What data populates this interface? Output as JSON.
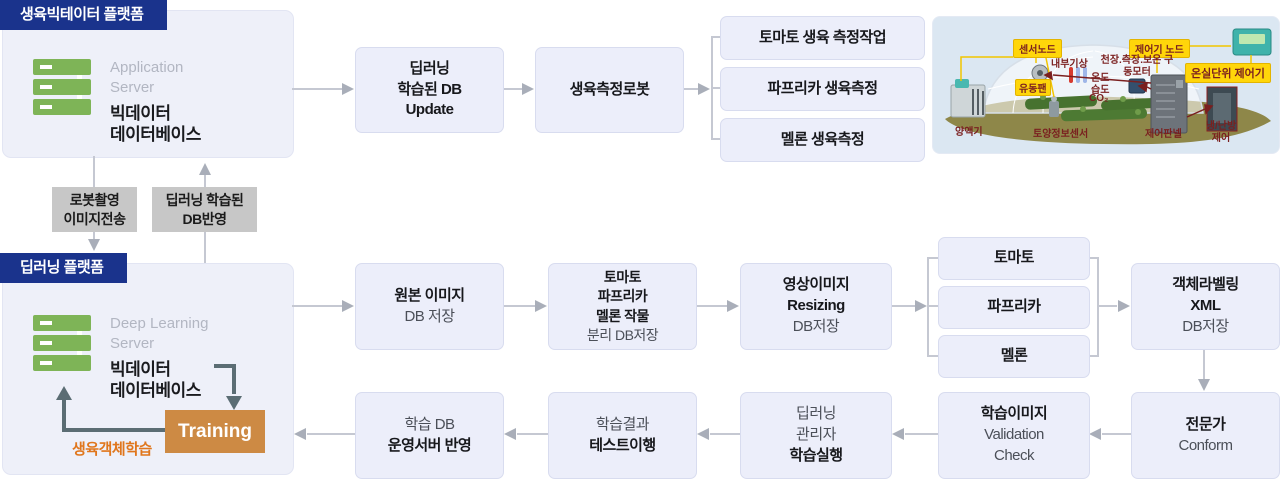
{
  "colors": {
    "navy_badge": "#1a338c",
    "panel_fill": "#eef0f9",
    "box_fill": "#eceefa",
    "box_border": "#d8dcef",
    "gray_chip": "#c7c7c7",
    "connector_line": "#c5c8d2",
    "arrow_head": "#a9aeb9",
    "server_green": "#7eb457",
    "slate_arrow": "#5b6d74",
    "training_orange": "#cd8a44",
    "caption_orange": "#e0761c",
    "label_yellow": "#ffd60a",
    "label_dark_red": "#7a1f1f"
  },
  "bigdata_platform": {
    "badge": "생육빅테이터 플랫폼",
    "server_role": [
      "Application",
      "Server"
    ],
    "server_name": [
      "빅데이터",
      "데이터베이스"
    ]
  },
  "deep_platform": {
    "badge": "딥러닝 플랫폼",
    "server_role": [
      "Deep Learning",
      "Server"
    ],
    "server_name": [
      "빅데이터",
      "데이터베이스"
    ],
    "training": "Training",
    "training_caption": "생육객체학습"
  },
  "transfer": {
    "robot_upload": [
      {
        "t": "로봇촬영",
        "b": 1
      },
      {
        "t": "이미지전송",
        "b": 1
      }
    ],
    "db_return": [
      {
        "t": "딥러닝 학습된",
        "b": 1
      },
      {
        "t": "DB반영",
        "b": 1
      }
    ]
  },
  "flow_top": [
    {
      "lines": [
        {
          "t": "딥러닝",
          "b": 1
        },
        {
          "t": "학습된 DB",
          "b": 1
        },
        {
          "t": "Update",
          "b": 1
        }
      ]
    },
    {
      "lines": [
        {
          "t": "생육측정로봇",
          "b": 1
        }
      ]
    },
    {
      "lines": [
        {
          "t": "토마토 생육 측정작업",
          "b": 1
        }
      ]
    },
    {
      "lines": [
        {
          "t": "파프리카 생육측정",
          "b": 1
        }
      ]
    },
    {
      "lines": [
        {
          "t": "멜론 생육측정",
          "b": 1
        }
      ]
    }
  ],
  "flow_mid": [
    {
      "lines": [
        {
          "t": "원본 이미지",
          "b": 1
        },
        {
          "t": "DB 저장",
          "b": 0
        }
      ]
    },
    {
      "lines": [
        {
          "t": "토마토",
          "b": 1
        },
        {
          "t": "파프리카",
          "b": 1
        },
        {
          "t": "멜론 작물",
          "b": 1
        },
        {
          "t": "분리 DB저장",
          "b": 0
        }
      ]
    },
    {
      "lines": [
        {
          "t": "영상이미지",
          "b": 1
        },
        {
          "t": "Resizing",
          "b": 1
        },
        {
          "t": "DB저장",
          "b": 0
        }
      ]
    },
    {
      "lines": [
        {
          "t": "토마토",
          "b": 1
        }
      ]
    },
    {
      "lines": [
        {
          "t": "파프리카",
          "b": 1
        }
      ]
    },
    {
      "lines": [
        {
          "t": "멜론",
          "b": 1
        }
      ]
    },
    {
      "lines": [
        {
          "t": "객체라벨링",
          "b": 1
        },
        {
          "t": "XML",
          "b": 1
        },
        {
          "t": "DB저장",
          "b": 0
        }
      ]
    }
  ],
  "flow_bottom": [
    {
      "lines": [
        {
          "t": "전문가",
          "b": 1
        },
        {
          "t": "Conform",
          "b": 0
        }
      ]
    },
    {
      "lines": [
        {
          "t": "학습이미지",
          "b": 1
        },
        {
          "t": "Validation",
          "b": 0
        },
        {
          "t": "Check",
          "b": 0
        }
      ]
    },
    {
      "lines": [
        {
          "t": "딥러닝",
          "b": 0
        },
        {
          "t": "관리자",
          "b": 0
        },
        {
          "t": "학습실행",
          "b": 1
        }
      ]
    },
    {
      "lines": [
        {
          "t": "학습결과",
          "b": 0
        },
        {
          "t": "테스트이행",
          "b": 1
        }
      ]
    },
    {
      "lines": [
        {
          "t": "학습 DB",
          "b": 0
        },
        {
          "t": "운영서버 반영",
          "b": 1
        }
      ]
    }
  ],
  "greenhouse": {
    "sensor_node": "센서노드",
    "controller_node": "제어기 노드",
    "unit_controller": "온실단위 제어기",
    "internal_weather": "내부기상",
    "drive_motor": "천장.측장.보온 구동모터",
    "temperature": "온도",
    "humidity": "습도",
    "co2": "CO₂",
    "fan": "유동팬",
    "nutrient_machine": "양액기",
    "soil_sensor": "토양정보센서",
    "control_panel": "제어판넬",
    "hvac_control": "냉/난방 제어"
  }
}
